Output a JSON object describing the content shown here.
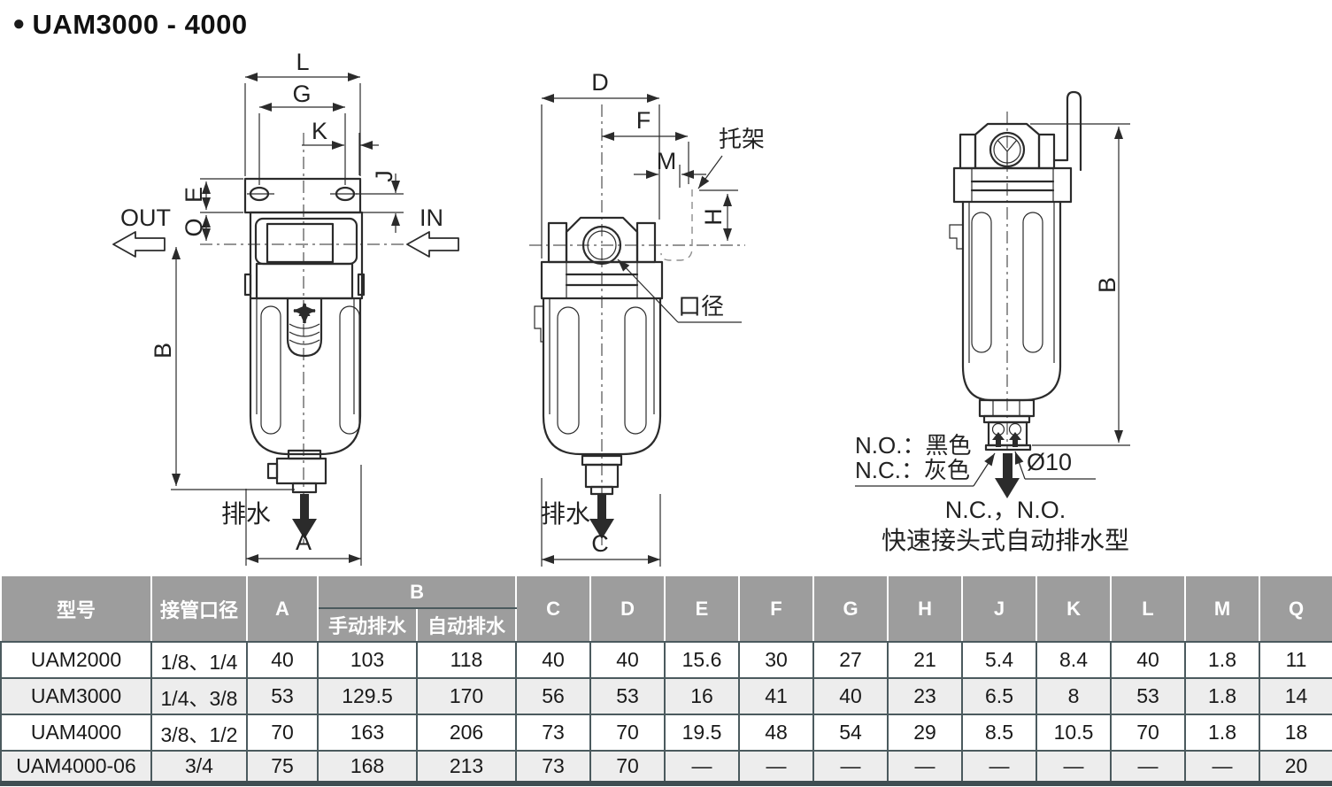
{
  "page": {
    "title_bullet": "●",
    "title": "UAM3000 - 4000"
  },
  "colors": {
    "header_bg": "#9d9d9d",
    "header_text": "#ffffff",
    "row_alt_bg": "#ededed",
    "table_border": "#4b5a5e",
    "table_bottom_border": "#3f4e52",
    "line_color": "#2b2b2b"
  },
  "drawings": {
    "front": {
      "dim_l": "L",
      "dim_g": "G",
      "dim_k": "K",
      "dim_j": "J",
      "dim_e": "E",
      "dim_q": "Q",
      "dim_b": "B",
      "dim_a": "A",
      "out_label": "OUT",
      "in_label": "IN",
      "drain_label": "排水"
    },
    "side": {
      "dim_d": "D",
      "dim_f": "F",
      "dim_m": "M",
      "dim_h": "H",
      "dim_c": "C",
      "bracket_label": "托架",
      "bore_label": "口径",
      "drain_label": "排水"
    },
    "auto_drain": {
      "dim_b": "B",
      "no_color": "N.O.：黑色",
      "nc_color": "N.C.：灰色",
      "diameter": "Ø10",
      "caption_line1": "N.C.，N.O.",
      "caption_line2": "快速接头式自动排水型"
    }
  },
  "table": {
    "headers": {
      "model": "型号",
      "port_size": "接管口径",
      "a": "A",
      "b": "B",
      "b_manual": "手动排水",
      "b_auto": "自动排水",
      "c": "C",
      "d": "D",
      "e": "E",
      "f": "F",
      "g": "G",
      "h": "H",
      "j": "J",
      "k": "K",
      "l": "L",
      "m": "M",
      "q": "Q"
    },
    "rows": [
      [
        "UAM2000",
        "1/8、1/4",
        "40",
        "103",
        "118",
        "40",
        "40",
        "15.6",
        "30",
        "27",
        "21",
        "5.4",
        "8.4",
        "40",
        "1.8",
        "11"
      ],
      [
        "UAM3000",
        "1/4、3/8",
        "53",
        "129.5",
        "170",
        "56",
        "53",
        "16",
        "41",
        "40",
        "23",
        "6.5",
        "8",
        "53",
        "1.8",
        "14"
      ],
      [
        "UAM4000",
        "3/8、1/2",
        "70",
        "163",
        "206",
        "73",
        "70",
        "19.5",
        "48",
        "54",
        "29",
        "8.5",
        "10.5",
        "70",
        "1.8",
        "18"
      ],
      [
        "UAM4000-06",
        "3/4",
        "75",
        "168",
        "213",
        "73",
        "70",
        "—",
        "—",
        "—",
        "—",
        "—",
        "—",
        "—",
        "—",
        "20"
      ]
    ]
  }
}
